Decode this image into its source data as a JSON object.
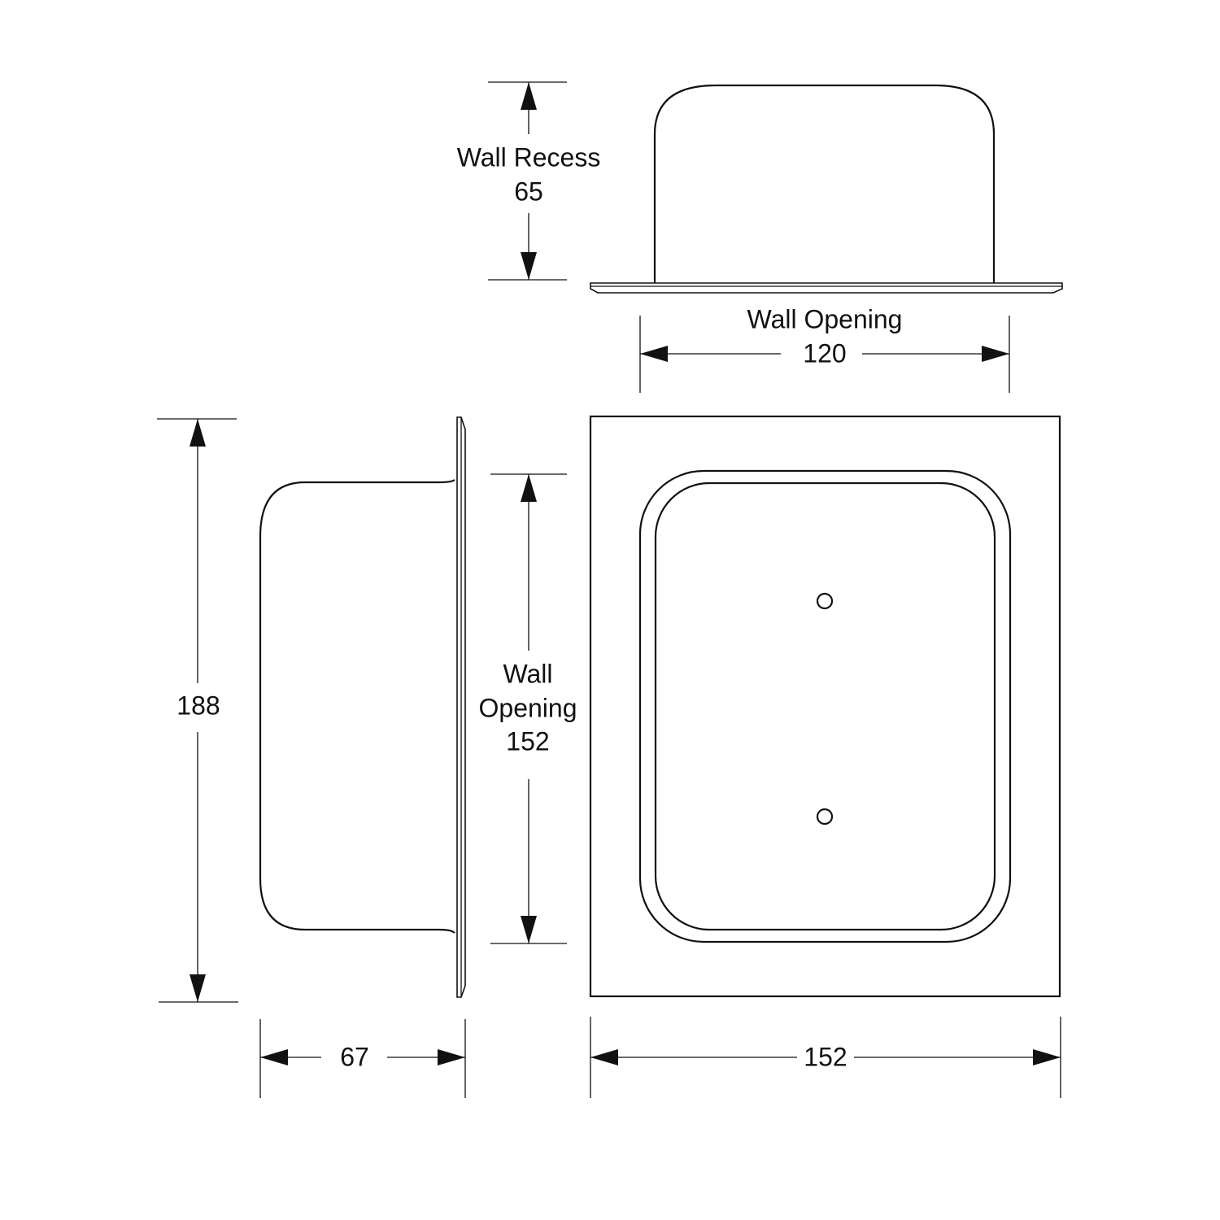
{
  "top_view": {
    "recess_label": "Wall Recess",
    "recess_value": "65",
    "opening_label": "Wall Opening",
    "opening_value": "120"
  },
  "side_view": {
    "height_value": "188",
    "depth_value": "67"
  },
  "front_view": {
    "opening_label_line1": "Wall",
    "opening_label_line2": "Opening",
    "opening_value": "152",
    "width_value": "152"
  }
}
